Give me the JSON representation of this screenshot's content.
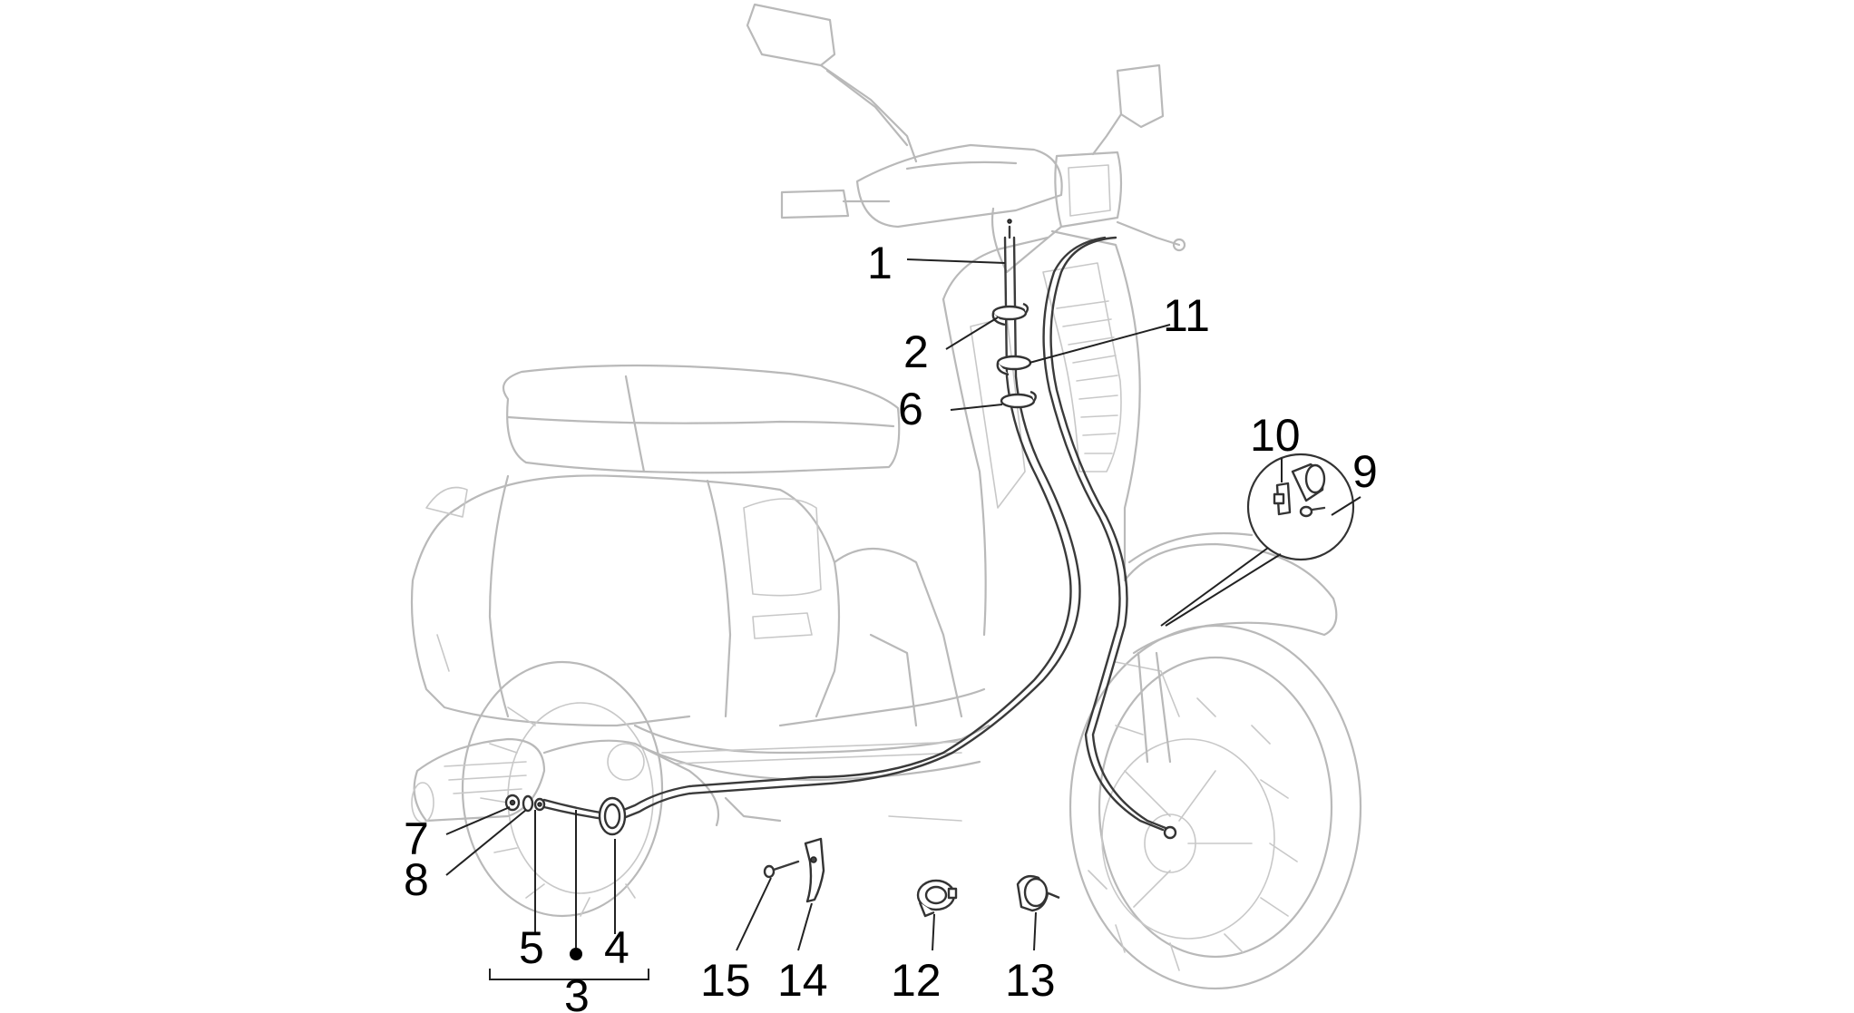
{
  "diagram": {
    "callouts": [
      {
        "id": "1",
        "label": "1"
      },
      {
        "id": "2",
        "label": "2"
      },
      {
        "id": "3",
        "label": "3"
      },
      {
        "id": "4",
        "label": "4"
      },
      {
        "id": "5",
        "label": "5"
      },
      {
        "id": "6",
        "label": "6"
      },
      {
        "id": "7",
        "label": "7"
      },
      {
        "id": "8",
        "label": "8"
      },
      {
        "id": "9",
        "label": "9"
      },
      {
        "id": "10",
        "label": "10"
      },
      {
        "id": "11",
        "label": "11"
      },
      {
        "id": "12",
        "label": "12"
      },
      {
        "id": "13",
        "label": "13"
      },
      {
        "id": "14",
        "label": "14"
      },
      {
        "id": "15",
        "label": "15"
      }
    ]
  },
  "colors": {
    "scooter_outline": "#b9b9b9",
    "cable": "#3a3a3a",
    "callout_text": "#000000"
  }
}
